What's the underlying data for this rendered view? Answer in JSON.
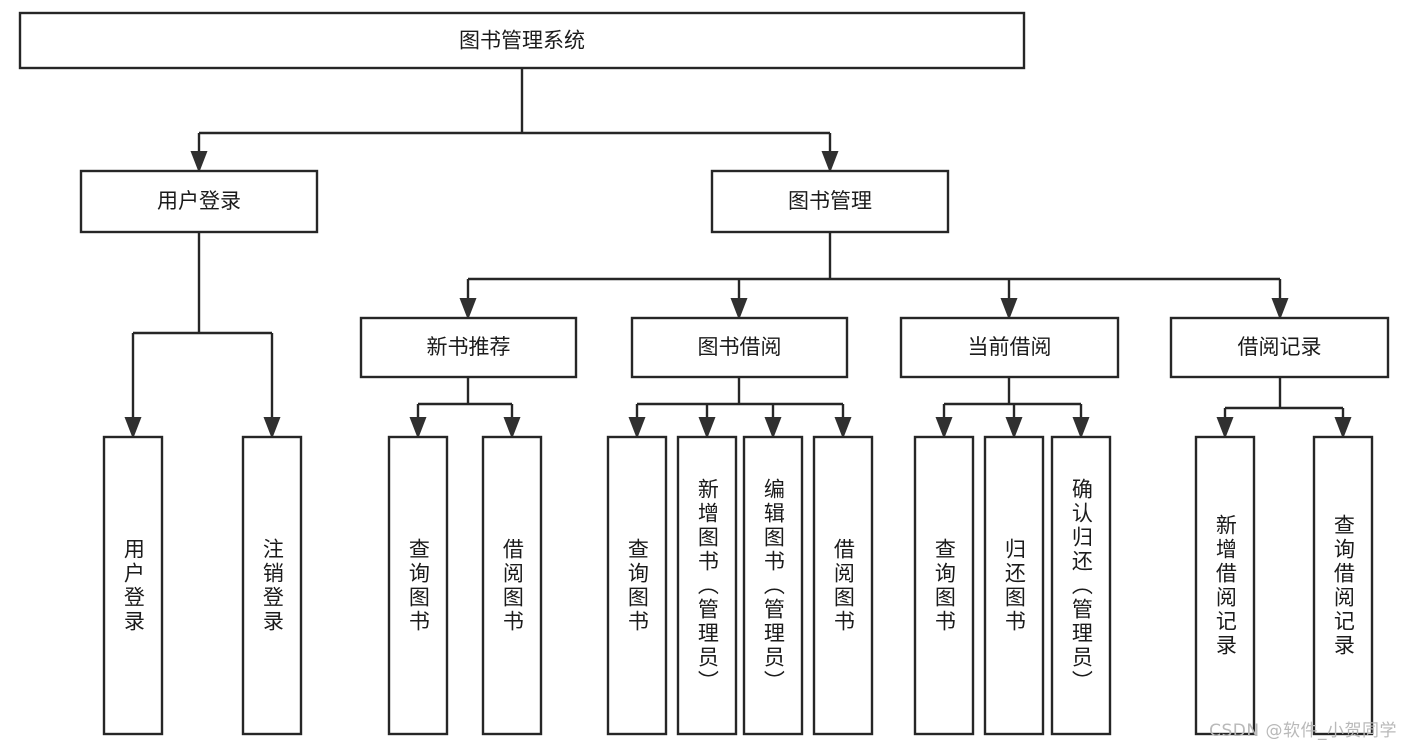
{
  "diagram": {
    "title": "图书管理系统",
    "type": "tree-hierarchy-chart",
    "watermark": "CSDN @软件_小贺同学",
    "colors": {
      "box_fill": "#ffffff",
      "box_stroke": "#262626",
      "text": "#1b1b1b",
      "watermark": "#b9b9b9",
      "background": "#ffffff"
    },
    "root": {
      "label": "图书管理系统"
    },
    "level2": [
      {
        "label": "用户登录"
      },
      {
        "label": "图书管理"
      }
    ],
    "level3": [
      {
        "label": "新书推荐"
      },
      {
        "label": "图书借阅"
      },
      {
        "label": "当前借阅"
      },
      {
        "label": "借阅记录"
      }
    ],
    "leaves": {
      "user_login": [
        {
          "label": "用户登录"
        },
        {
          "label": "注销登录"
        }
      ],
      "new_book_recommend": [
        {
          "label": "查询图书"
        },
        {
          "label": "借阅图书"
        }
      ],
      "book_borrow": [
        {
          "label": "查询图书"
        },
        {
          "label": "新增图书（管理员）"
        },
        {
          "label": "编辑图书（管理员）"
        },
        {
          "label": "借阅图书"
        }
      ],
      "current_borrow": [
        {
          "label": "查询图书"
        },
        {
          "label": "归还图书"
        },
        {
          "label": "确认归还（管理员）"
        }
      ],
      "borrow_record": [
        {
          "label": "新增借阅记录"
        },
        {
          "label": "查询借阅记录"
        }
      ]
    }
  }
}
